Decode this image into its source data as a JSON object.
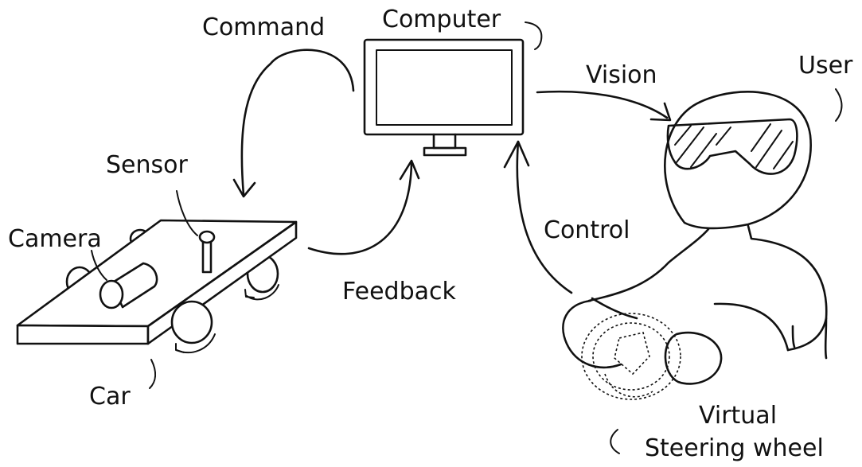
{
  "labels": {
    "command": "Command",
    "computer": "Computer",
    "vision": "Vision",
    "user": "User",
    "sensor": "Sensor",
    "camera": "Camera",
    "control": "Control",
    "feedback": "Feedback",
    "car": "Car",
    "virtual": "Virtual",
    "steering_wheel": "Steering wheel"
  }
}
